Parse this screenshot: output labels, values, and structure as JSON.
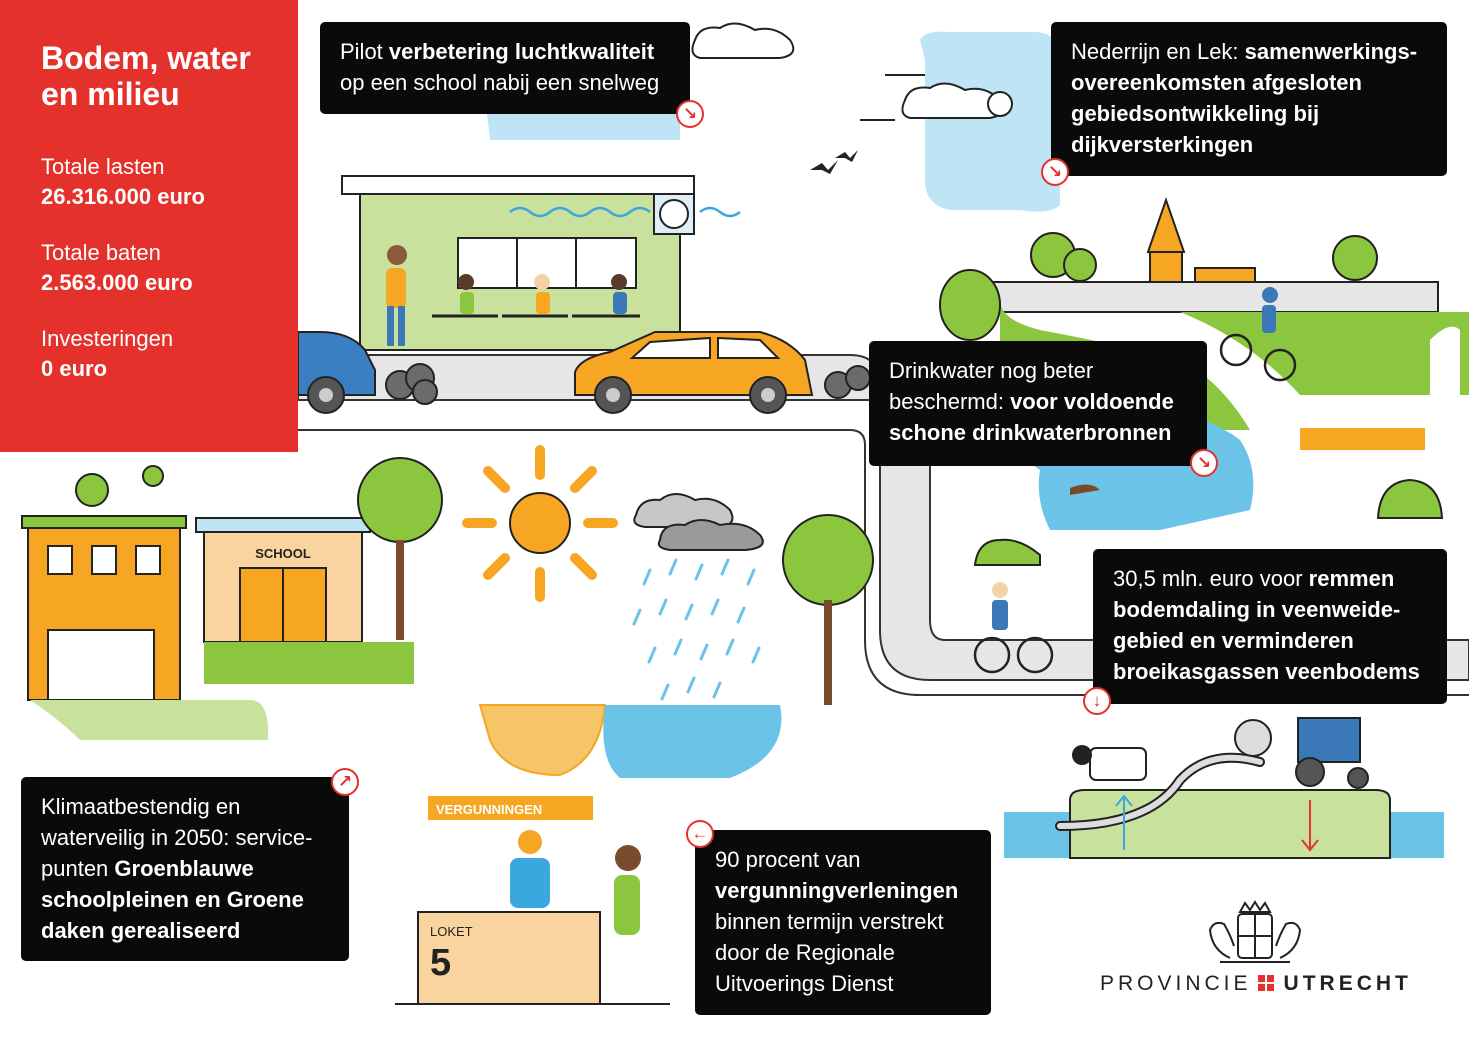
{
  "summary": {
    "title": "Bodem, water en milieu",
    "stats": [
      {
        "label": "Totale lasten",
        "value": "26.316.000 euro"
      },
      {
        "label": "Totale baten",
        "value": "2.563.000 euro"
      },
      {
        "label": "Investeringen",
        "value": "0 euro"
      }
    ]
  },
  "callouts": {
    "air": {
      "pre": "Pilot ",
      "bold": "verbetering luchtkwaliteit",
      "post": " op een school nabij een snelweg"
    },
    "rivers": {
      "pre": "Nederrijn en Lek: ",
      "bold": "samenwerkings-overeenkomsten afgesloten gebiedsontwikkeling bij dijkversterkingen",
      "post": ""
    },
    "drinkwater": {
      "pre": "Drinkwater nog beter beschermd: ",
      "bold": "voor voldoende schone drinkwaterbronnen",
      "post": ""
    },
    "peat": {
      "pre": "30,5 mln. euro voor ",
      "bold": "remmen bodemdaling in veenweide-gebied en verminderen broeikasgassen veenbodems",
      "post": ""
    },
    "climate": {
      "pre": "Klimaatbestendig en waterveilig in 2050: service-punten ",
      "bold": "Groenblauwe schoolpleinen en Groene daken gerealiseerd",
      "post": ""
    },
    "permits": {
      "pre": "90 procent van ",
      "bold": "vergunningverleningen",
      "post": " binnen termijn verstrekt door de Regionale Uitvoerings Dienst"
    }
  },
  "scene_labels": {
    "school": "SCHOOL",
    "permits_sign": "VERGUNNINGEN",
    "counter": "LOKET",
    "counter_number": "5"
  },
  "logo": {
    "left": "PROVINCIE",
    "right": "UTRECHT"
  },
  "icons": {
    "arrow_down_right": "↘",
    "arrow_up_right": "↗",
    "arrow_down": "↓",
    "arrow_left": "←"
  },
  "colors": {
    "brand_red": "#e4312b",
    "panel_black": "#0a0a0a",
    "grass_green": "#8cc63f",
    "water_blue": "#6cc3e8",
    "sun_orange": "#f6a623"
  }
}
